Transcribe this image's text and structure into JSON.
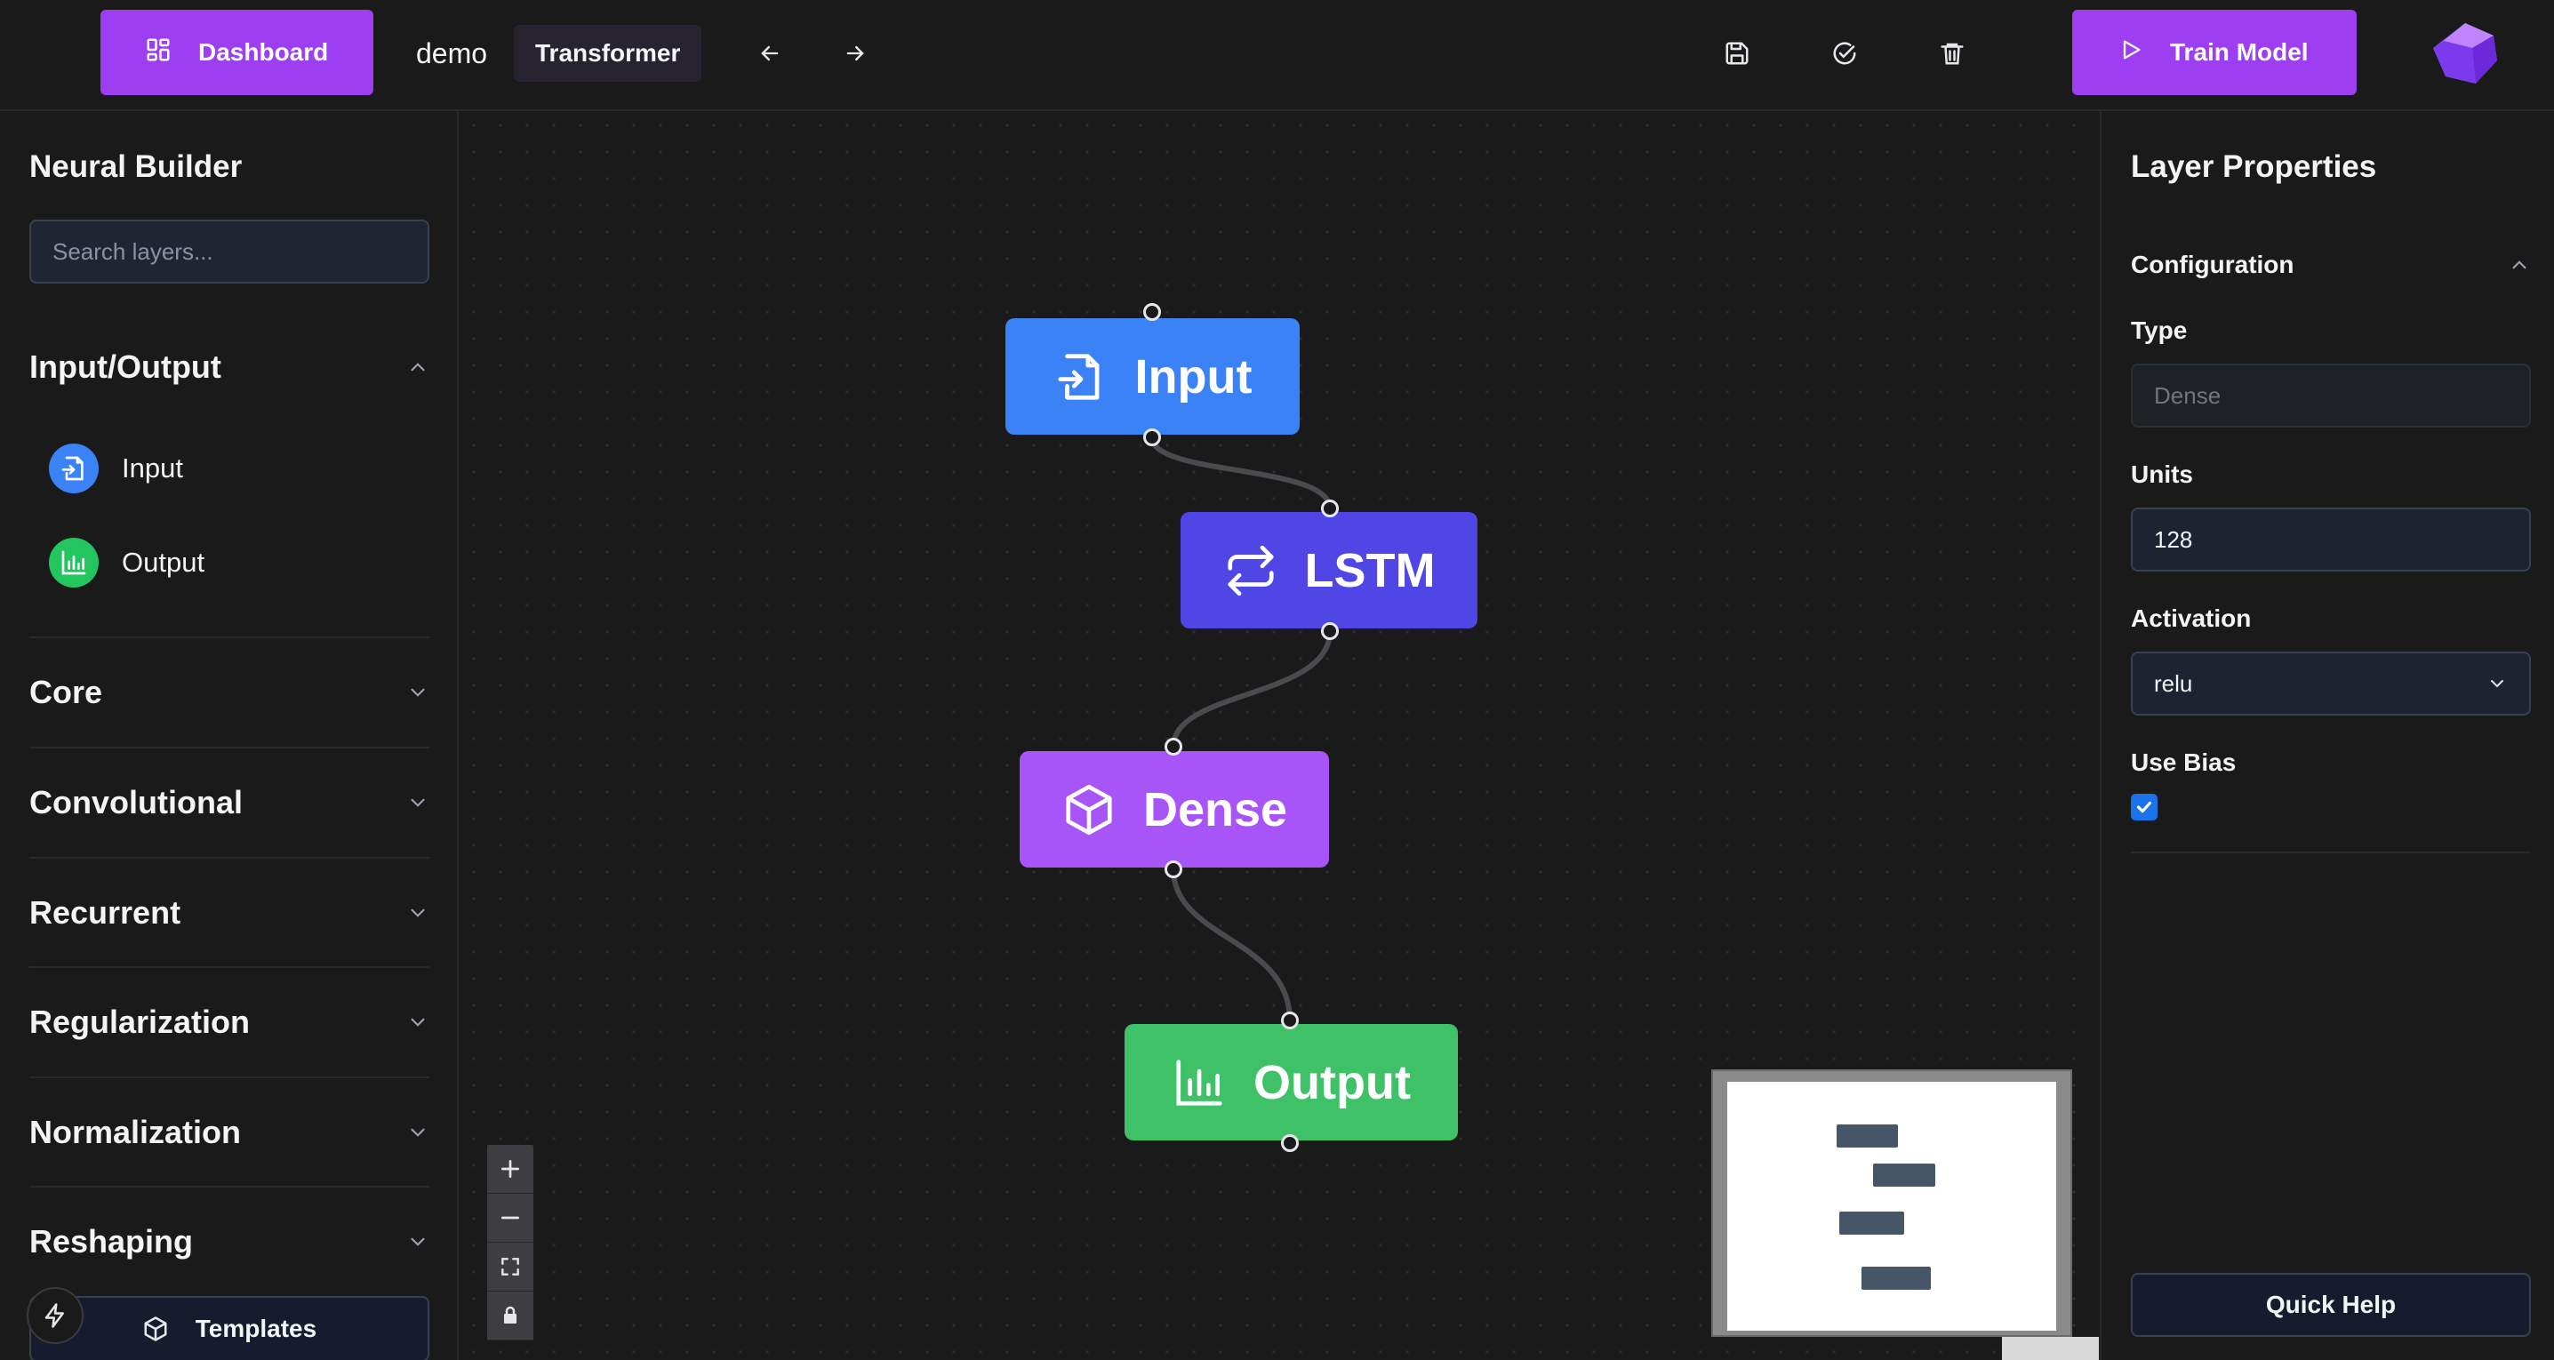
{
  "header": {
    "dashboard_label": "Dashboard",
    "project_name": "demo",
    "model_badge": "Transformer",
    "train_label": "Train Model"
  },
  "sidebar": {
    "title": "Neural Builder",
    "search_placeholder": "Search layers...",
    "categories": [
      {
        "label": "Input/Output",
        "expanded": true,
        "items": [
          {
            "label": "Input",
            "icon": "file-input-icon",
            "color": "#3b82f6"
          },
          {
            "label": "Output",
            "icon": "bar-chart-icon",
            "color": "#22c55e"
          }
        ]
      },
      {
        "label": "Core",
        "expanded": false
      },
      {
        "label": "Convolutional",
        "expanded": false
      },
      {
        "label": "Recurrent",
        "expanded": false
      },
      {
        "label": "Regularization",
        "expanded": false
      },
      {
        "label": "Normalization",
        "expanded": false
      },
      {
        "label": "Reshaping",
        "expanded": false
      }
    ],
    "templates_label": "Templates"
  },
  "canvas": {
    "nodes": [
      {
        "label": "Input",
        "icon": "file-input-icon",
        "color": "#3b82f6"
      },
      {
        "label": "LSTM",
        "icon": "repeat-icon",
        "color": "#4f46e5"
      },
      {
        "label": "Dense",
        "icon": "cube-icon",
        "color": "#a855f7"
      },
      {
        "label": "Output",
        "icon": "bar-chart-icon",
        "color": "#3fc267"
      }
    ]
  },
  "properties": {
    "title": "Layer Properties",
    "section": "Configuration",
    "type_label": "Type",
    "type_placeholder": "Dense",
    "units_label": "Units",
    "units_value": "128",
    "activation_label": "Activation",
    "activation_value": "relu",
    "bias_label": "Use Bias",
    "use_bias": true,
    "quick_help_label": "Quick Help"
  },
  "colors": {
    "accent": "#9d3ff0",
    "background": "#1a1a1b"
  }
}
